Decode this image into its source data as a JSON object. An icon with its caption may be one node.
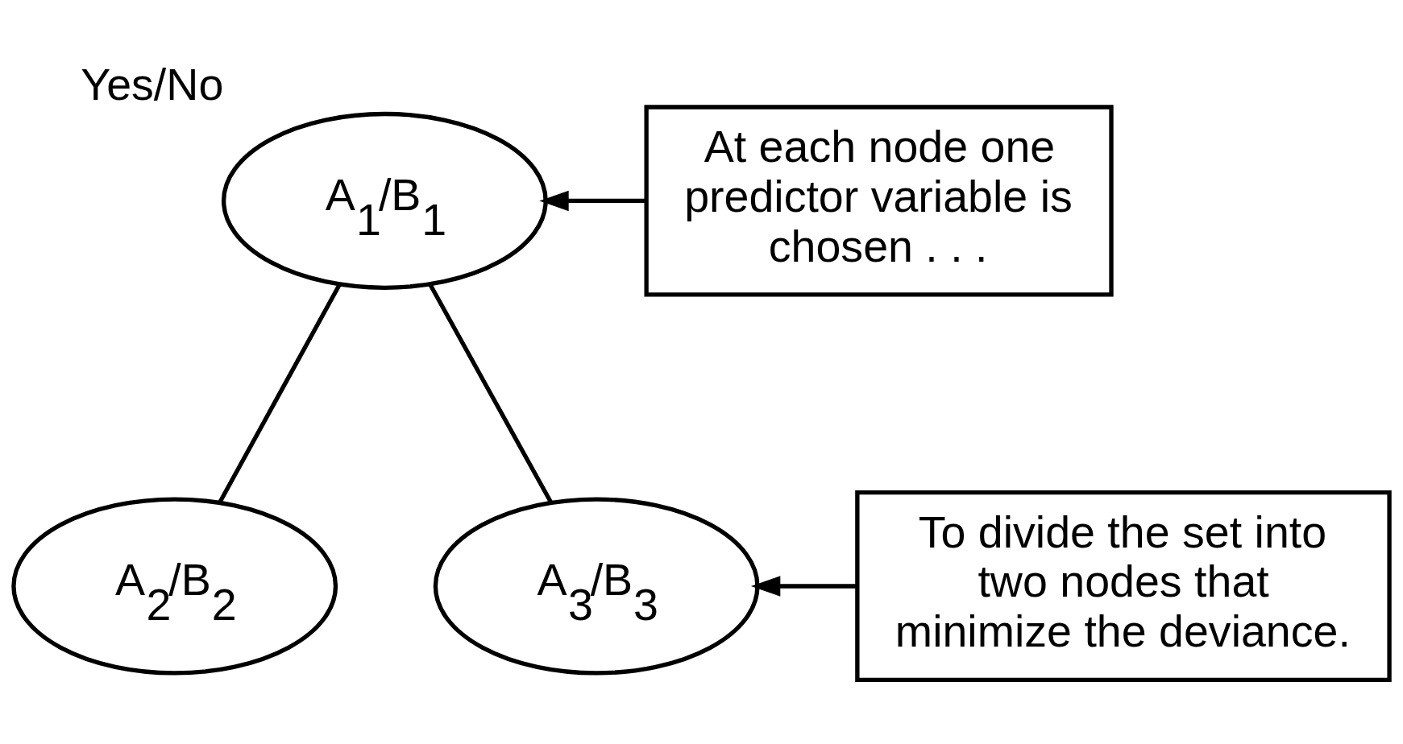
{
  "diagram": {
    "nodes": [
      {
        "text": [
          "A$_{1}$/B$_{1}$"
        ],
        "beside": [
          "Yes/No"
        ]
      },
      {
        "text": [
          "A$_{2}$/B$_{2}$"
        ]
      },
      {
        "text": [
          "A$_{3}$/B$_{3}$"
        ]
      },
      {
        "text": [
          "At each node one predictor variable is chosen . . ."
        ]
      },
      {
        "text": [
          "To divide the set into two nodes that minimize the deviance."
        ]
      }
    ],
    "edges": [
      {
        "from": 0,
        "to": 1,
        "arrow": "none"
      },
      {
        "from": 0,
        "to": 2,
        "arrow": "none"
      },
      {
        "from": 3,
        "to": 0,
        "arrow": "to"
      },
      {
        "from": 4,
        "to": 2,
        "arrow": "to"
      }
    ]
  }
}
